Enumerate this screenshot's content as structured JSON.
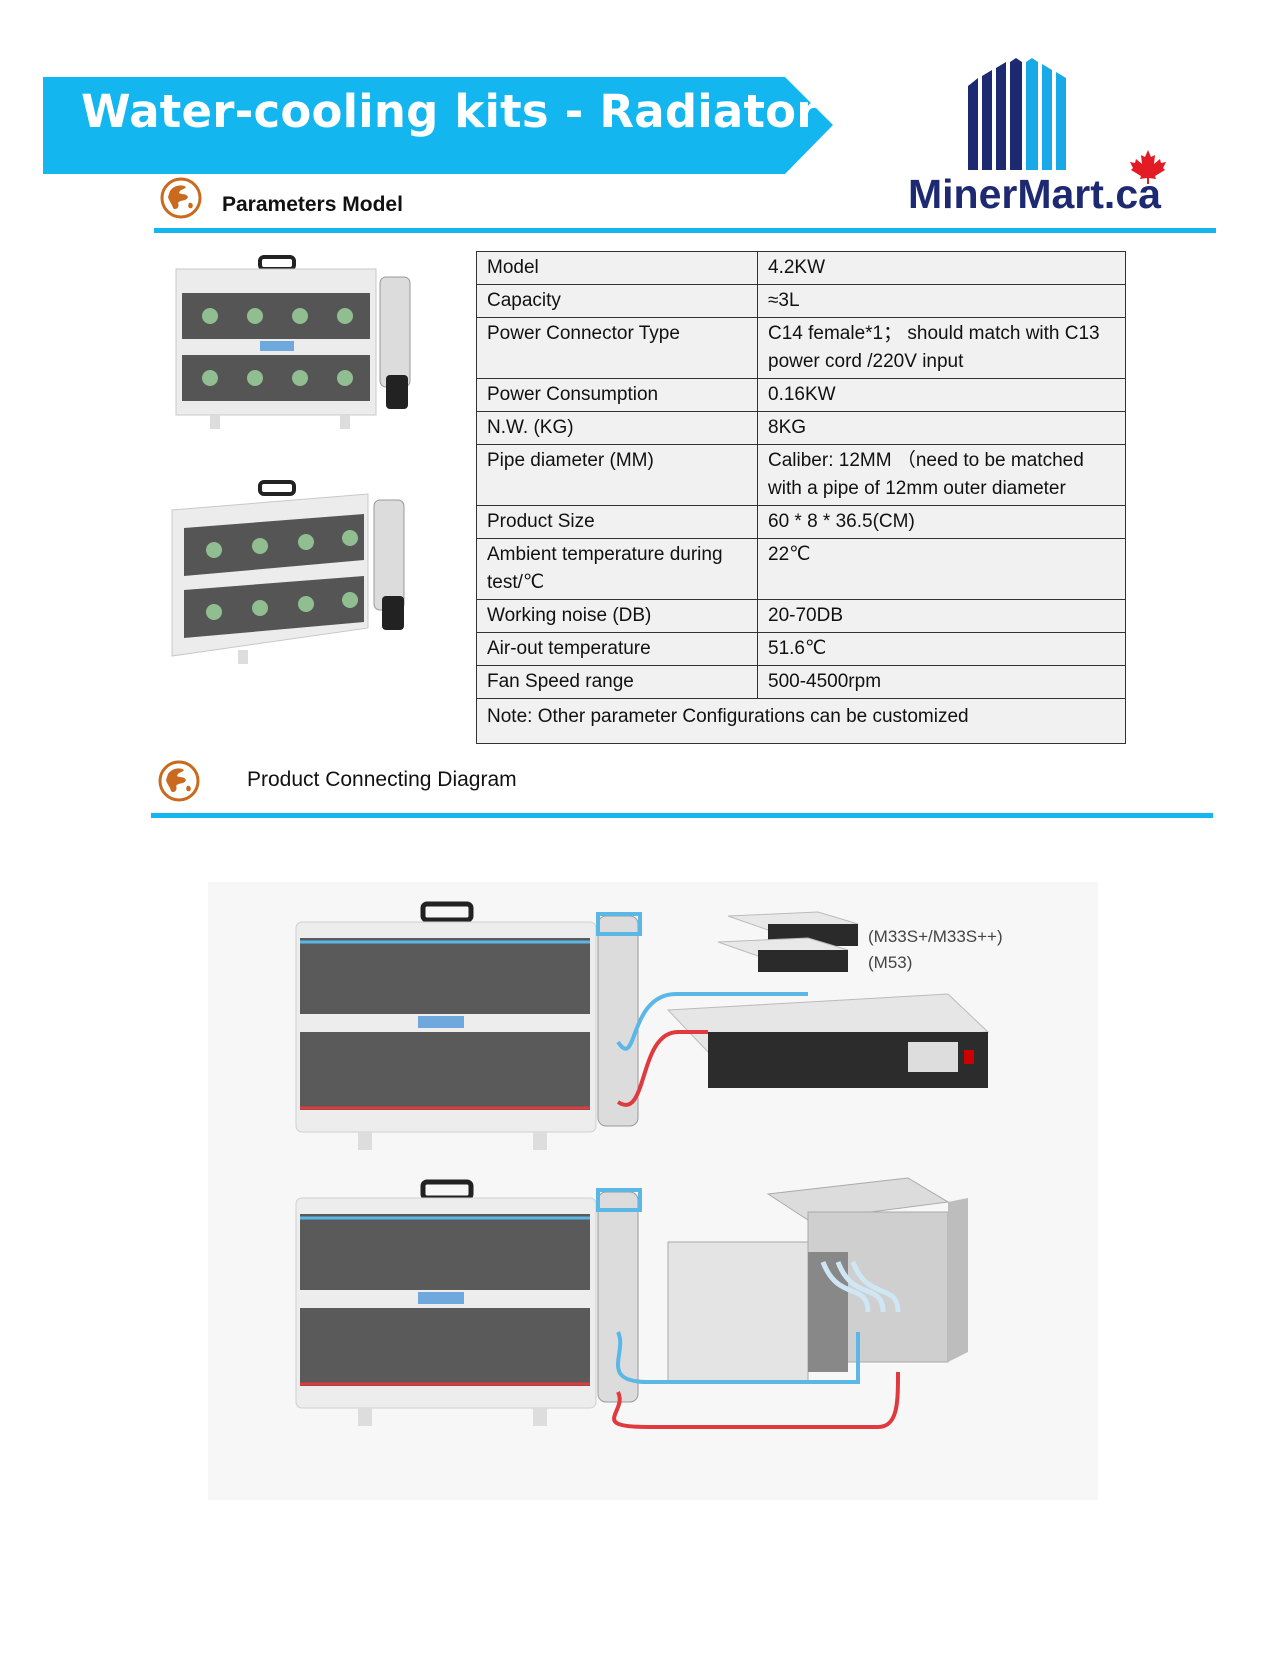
{
  "banner": {
    "title": "Water-cooling kits - Radiator"
  },
  "logo": {
    "name": "MinerMart",
    "tld": ".ca"
  },
  "sections": [
    {
      "title": "Parameters Model",
      "icon": "globe-icon"
    },
    {
      "title": "Product Connecting Diagram",
      "icon": "globe-icon"
    }
  ],
  "spec_rows": [
    {
      "label": "Model",
      "value": "4.2KW"
    },
    {
      "label": "Capacity",
      "value": "≈3L"
    },
    {
      "label": "Power Connector Type",
      "value": "C14 female*1； should match with C13 power cord /220V input"
    },
    {
      "label": "Power Consumption",
      "value": "0.16KW"
    },
    {
      "label": "N.W. (KG)",
      "value": "8KG"
    },
    {
      "label": "Pipe diameter (MM)",
      "value": "Caliber: 12MM （need to be matched with a pipe of 12mm outer diameter"
    },
    {
      "label": "Product Size",
      "value": "60 * 8 * 36.5(CM)"
    },
    {
      "label": "Ambient temperature during test/℃",
      "value": "22℃"
    },
    {
      "label": "Working noise (DB)",
      "value": "20-70DB"
    },
    {
      "label": "Air-out temperature",
      "value": "51.6℃"
    },
    {
      "label": "Fan Speed range",
      "value": "500-4500rpm"
    }
  ],
  "note": "Note: Other parameter Configurations can be customized",
  "diagram": {
    "miner_labels": [
      "(M33S+/M33S++)",
      "(M53)"
    ]
  },
  "colors": {
    "accent": "#14b6ef",
    "logo_blue": "#1d2a72",
    "icon_orange": "#c96a1e",
    "hot_pipe": "#e0393e",
    "cold_pipe": "#5bb7e6"
  }
}
